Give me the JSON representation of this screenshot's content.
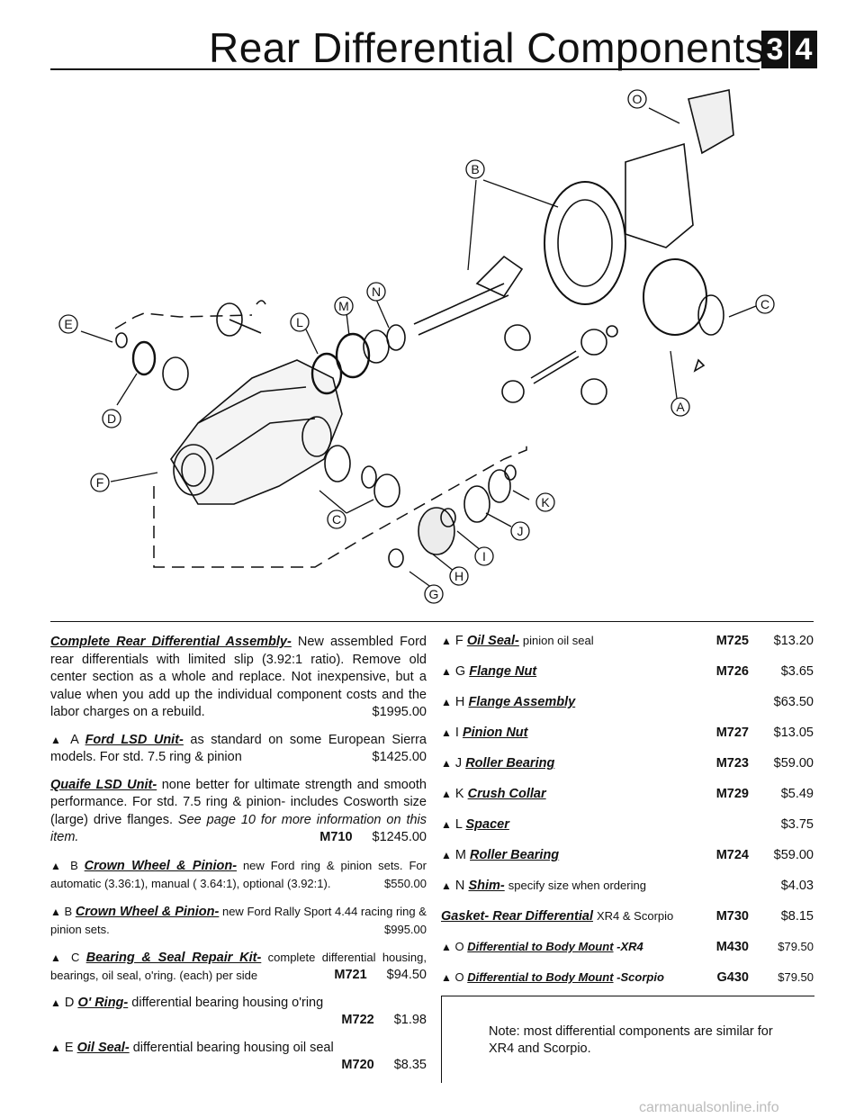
{
  "header": {
    "title": "Rear Differential Components",
    "chapter_digits": [
      "3",
      "4"
    ]
  },
  "diagram": {
    "callouts": [
      "O",
      "B",
      "C",
      "M",
      "N",
      "L",
      "E",
      "D",
      "A",
      "F",
      "C",
      "K",
      "J",
      "I",
      "H",
      "G"
    ]
  },
  "left": {
    "complete": {
      "name": "Complete Rear Differential Assembly-",
      "text": "New assembled Ford rear differentials with limited slip (3.92:1 ratio). Remove old center section as a whole and replace. Not inexpensive, but a value when you add up the individual component costs and the labor charges on a rebuild.",
      "price": "$1995.00"
    },
    "lsd": {
      "tri": "▲",
      "letter": "A",
      "name": "Ford LSD Unit-",
      "text": "as standard on some European Sierra models. For std. 7.5 ring & pinion",
      "price": "$1425.00"
    },
    "quaife": {
      "name": "Quaife LSD Unit-",
      "text": "none better for ultimate strength and smooth performance. For std. 7.5 ring & pinion- includes Cosworth size (large) drive flanges.",
      "italic": "See page 10 for more information on this item.",
      "part": "M710",
      "price": "$1245.00"
    },
    "crown1": {
      "tri": "▲",
      "letter": "B",
      "name": "Crown Wheel & Pinion-",
      "text": "new Ford ring & pinion sets. For automatic (3.36:1), manual ( 3.64:1), optional (3.92:1).",
      "price": "$550.00"
    },
    "crown2": {
      "tri": "▲",
      "letter": "B",
      "name": "Crown Wheel & Pinion-",
      "text": "new Ford Rally Sport 4.44 racing ring & pinion sets.",
      "price": "$995.00"
    },
    "kit": {
      "tri": "▲",
      "letter": "C",
      "name": "Bearing & Seal Repair Kit-",
      "text": "complete differential housing, bearings, oil seal, o'ring. (each) per side",
      "part": "M721",
      "price": "$94.50"
    },
    "oring": {
      "tri": "▲",
      "letter": "D",
      "name": "O' Ring-",
      "text": "differential bearing housing o'ring",
      "part": "M722",
      "price": "$1.98"
    },
    "seal": {
      "tri": "▲",
      "letter": "E",
      "name": "Oil Seal-",
      "text": "differential bearing housing oil seal",
      "part": "M720",
      "price": "$8.35"
    }
  },
  "right": {
    "items": [
      {
        "tri": "▲",
        "letter": "F",
        "name": "Oil Seal-",
        "desc": "pinion oil seal",
        "part": "M725",
        "price": "$13.20"
      },
      {
        "tri": "▲",
        "letter": "G",
        "name": "Flange Nut",
        "desc": "",
        "part": "M726",
        "price": "$3.65"
      },
      {
        "tri": "▲",
        "letter": "H",
        "name": "Flange Assembly",
        "desc": "",
        "part": "",
        "price": "$63.50"
      },
      {
        "tri": "▲",
        "letter": "I",
        "name": "Pinion Nut",
        "desc": "",
        "part": "M727",
        "price": "$13.05"
      },
      {
        "tri": "▲",
        "letter": "J",
        "name": "Roller Bearing",
        "desc": "",
        "part": "M723",
        "price": "$59.00"
      },
      {
        "tri": "▲",
        "letter": "K",
        "name": "Crush Collar",
        "desc": "",
        "part": "M729",
        "price": "$5.49"
      },
      {
        "tri": "▲",
        "letter": "L",
        "name": "Spacer",
        "desc": "",
        "part": "",
        "price": "$3.75"
      },
      {
        "tri": "▲",
        "letter": "M",
        "name": "Roller Bearing",
        "desc": "",
        "part": "M724",
        "price": "$59.00"
      },
      {
        "tri": "▲",
        "letter": "N",
        "name": "Shim-",
        "desc": "specify size when ordering",
        "part": "",
        "price": "$4.03"
      },
      {
        "tri": "",
        "letter": "",
        "name": "Gasket- Rear Differential",
        "desc": "XR4 & Scorpio",
        "part": "M730",
        "price": "$8.15"
      },
      {
        "tri": "▲",
        "letter": "O",
        "name": "Differential to Body Mount",
        "desc": "-XR4",
        "part": "M430",
        "price": "$79.50"
      },
      {
        "tri": "▲",
        "letter": "O",
        "name": "Differential to Body Mount",
        "desc": "-Scorpio",
        "part": "G430",
        "price": "$79.50"
      }
    ]
  },
  "note": "Note: most differential components are similar for XR4 and Scorpio.",
  "watermark": "carmanualsonline.info"
}
